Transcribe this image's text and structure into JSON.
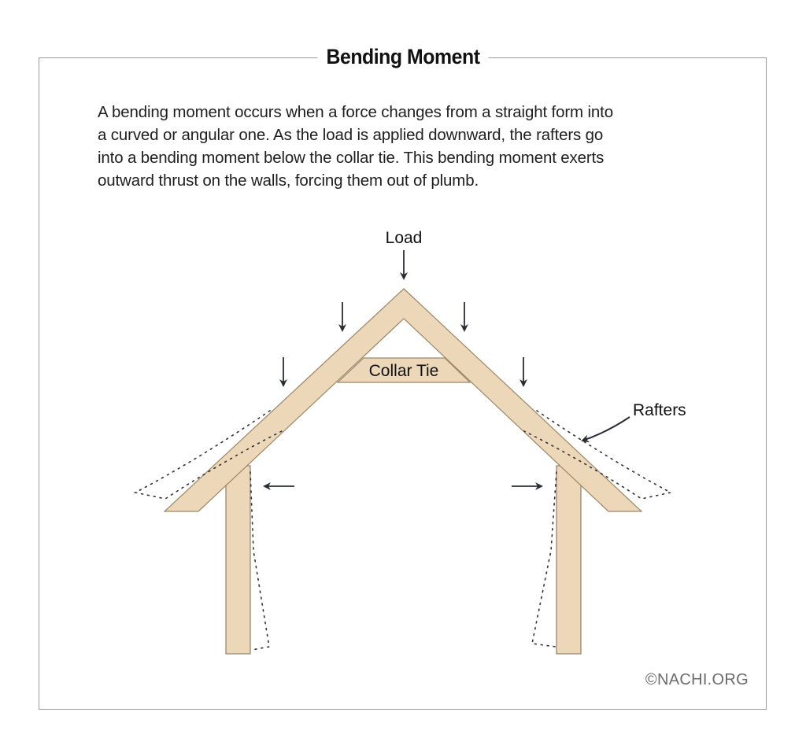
{
  "header": {
    "title": "Bending Moment"
  },
  "description": {
    "lines": [
      "A bending moment occurs when a force changes from a straight form into",
      "a curved or angular one. As the load is applied downward, the rafters go",
      "into a bending moment below the collar tie. This bending moment exerts",
      "outward thrust on the walls, forcing them out of plumb."
    ]
  },
  "diagram": {
    "labels": {
      "load": "Load",
      "collar_tie": "Collar Tie",
      "rafters": "Rafters"
    },
    "colors": {
      "wood_fill": "#ecd8b8",
      "wood_stroke": "#9b8668",
      "arrow": "#2a2d35",
      "dotted": "#333333",
      "frame": "#9a9a9a"
    },
    "icons": {
      "load_arrow": "arrow-down",
      "force_arrows": [
        "arrow-down",
        "arrow-down",
        "arrow-down",
        "arrow-down"
      ],
      "thrust_left": "arrow-left",
      "thrust_right": "arrow-right",
      "rafters_pointer": "curved-arrow"
    }
  },
  "footer": {
    "credit": "©NACHI.ORG"
  }
}
